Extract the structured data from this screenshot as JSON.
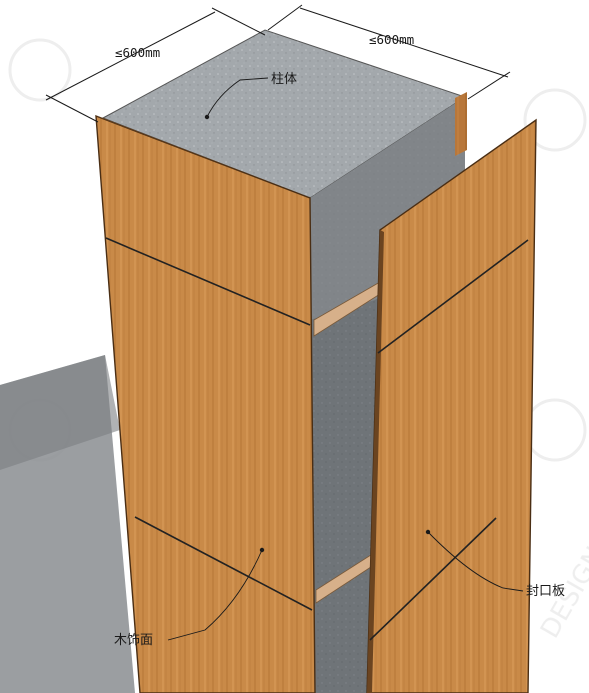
{
  "dimensions": {
    "width_left": "≤600mm",
    "width_right": "≤600mm"
  },
  "callouts": {
    "column_body": "柱体",
    "wood_facing": "木饰面",
    "closing_board": "封口板"
  },
  "watermark": "DESIGN",
  "colors": {
    "wood": "#c98a48",
    "wood_dark": "#a5652c",
    "concrete": "#9ea3a7",
    "concrete_dark": "#6c7176",
    "shadow": "#8a8d90",
    "line": "#1a1a1a"
  }
}
